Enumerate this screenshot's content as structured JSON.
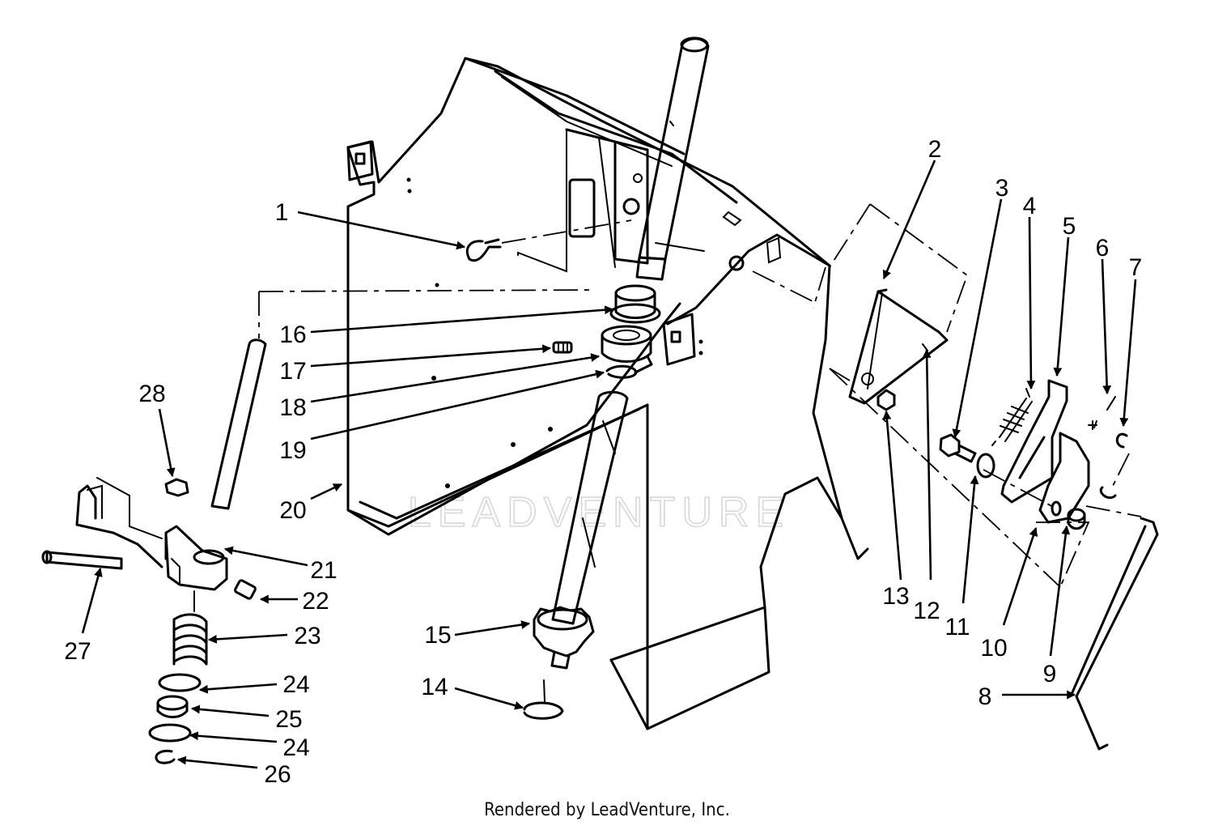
{
  "watermark": "LEADVENTURE",
  "footer": "Rendered by LeadVenture, Inc.",
  "callouts": [
    {
      "label": "1"
    },
    {
      "label": "2"
    },
    {
      "label": "3"
    },
    {
      "label": "4"
    },
    {
      "label": "5"
    },
    {
      "label": "6"
    },
    {
      "label": "7"
    },
    {
      "label": "8"
    },
    {
      "label": "9"
    },
    {
      "label": "10"
    },
    {
      "label": "11"
    },
    {
      "label": "12"
    },
    {
      "label": "13"
    },
    {
      "label": "14"
    },
    {
      "label": "15"
    },
    {
      "label": "16"
    },
    {
      "label": "17"
    },
    {
      "label": "18"
    },
    {
      "label": "19"
    },
    {
      "label": "20"
    },
    {
      "label": "21"
    },
    {
      "label": "22"
    },
    {
      "label": "23"
    },
    {
      "label": "24"
    },
    {
      "label": "24"
    },
    {
      "label": "25"
    },
    {
      "label": "26"
    },
    {
      "label": "27"
    },
    {
      "label": "28"
    }
  ]
}
